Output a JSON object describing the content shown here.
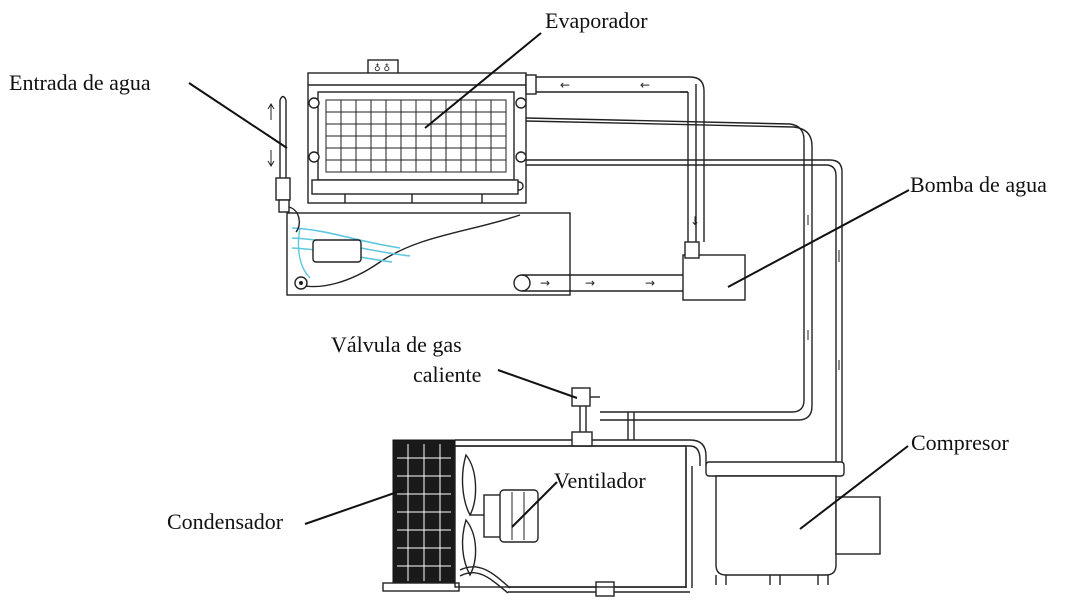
{
  "labels": {
    "evaporador": "Evaporador",
    "entrada_agua": "Entrada de agua",
    "bomba_agua": "Bomba de agua",
    "valvula_line1": "Válvula de gas",
    "valvula_line2": "caliente",
    "compresor": "Compresor",
    "ventilador": "Ventilador",
    "condensador": "Condensador"
  },
  "colors": {
    "water": "#5fc7e0",
    "line": "#222222"
  },
  "flow_direction_icons": [
    "arrow-left-icon",
    "arrow-right-icon",
    "arrow-down-icon"
  ]
}
